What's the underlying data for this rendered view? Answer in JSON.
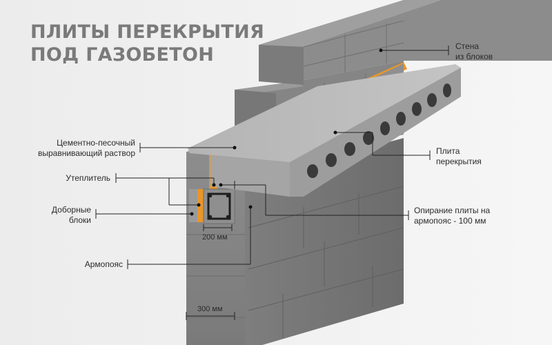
{
  "title": {
    "line1": "ПЛИТЫ ПЕРЕКРЫТИЯ",
    "line2": "ПОД ГАЗОБЕТОН"
  },
  "labels": {
    "wall": {
      "line1": "Стена",
      "line2": "из блоков"
    },
    "mortar": {
      "line1": "Цементно-песочный",
      "line2": "выравнивающий раствор"
    },
    "slab": {
      "line1": "Плита",
      "line2": "перекрытия"
    },
    "insulation": {
      "line1": "Утеплитель"
    },
    "extra_blocks": {
      "line1": "Доборные",
      "line2": "блоки"
    },
    "support": {
      "line1": "Опирание плиты на",
      "line2": "армопояс - 100 мм"
    },
    "belt": {
      "line1": "Армопояс"
    }
  },
  "dimensions": {
    "belt_width": "200 мм",
    "wall_width": "300 мм"
  },
  "colors": {
    "background": "#f0f0f0",
    "title": "#7a7a7a",
    "block": "#8a8a8a",
    "slab": "#a9a9a9",
    "insulation": "#e8962a",
    "line": "#222222"
  }
}
